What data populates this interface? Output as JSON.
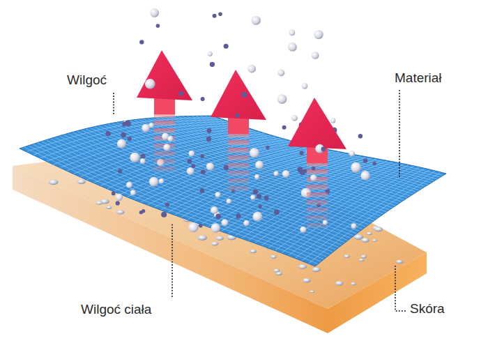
{
  "diagram": {
    "labels": [
      "Wilgoć",
      "Materiał",
      "Wilgoć ciała",
      "Skóra"
    ]
  }
}
